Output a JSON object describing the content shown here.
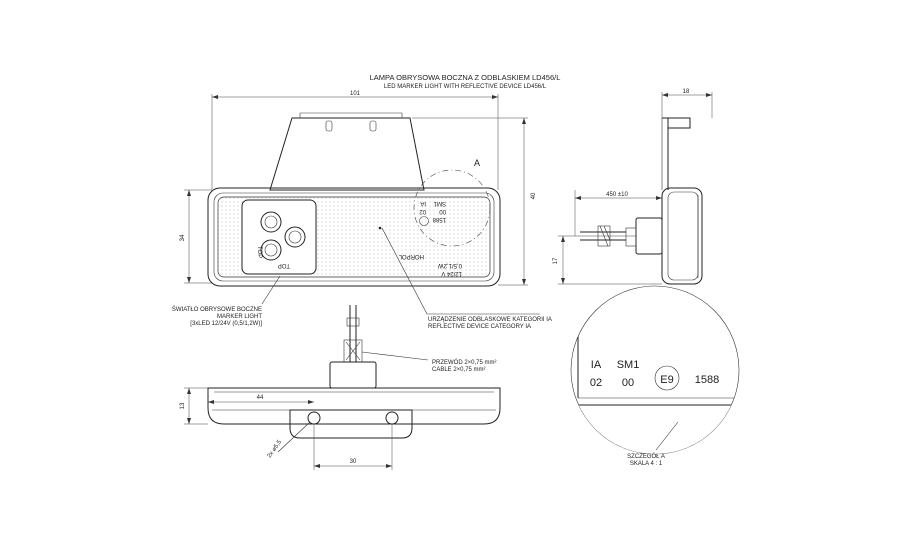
{
  "title": {
    "line1": "LAMPA OBRYSOWA BOCZNA Z ODBLASKIEM LD456/L",
    "line2": "LED MARKER LIGHT WITH REFLECTIVE DEVICE LD456/L"
  },
  "dimensions": {
    "width_overall": "101",
    "height_overall": "40",
    "height_lens": "34",
    "depth": "18",
    "cable_length": "450 ±10",
    "side_height": "17",
    "bottom_height": "13",
    "hole_offset": "44",
    "hole_size": "2x ⌀5,5",
    "hole_spacing": "30"
  },
  "lens_markings": {
    "row1": "1588",
    "row2a": "00",
    "row2b": "02",
    "row3a": "SM1",
    "row3b": "IA",
    "voltage": "12/24 V",
    "power": "0,5/1,2W",
    "brand": "HORPOL",
    "top_label": "TOP"
  },
  "callouts": {
    "marker_light": {
      "line1": "ŚWIATŁO OBRYSOWE BOCZNE",
      "line2": "MARKER LIGHT",
      "line3": "[3xLED 12/24V (0,5/1,2W)]"
    },
    "reflector": {
      "line1": "URZĄDZENIE ODBLASKOWE KATEGORII IA",
      "line2": "REFLECTIVE DEVICE CATEGORY IA"
    },
    "cable": {
      "line1": "PRZEWÓD 2×0,75 mm²",
      "line2": "CABLE 2×0,75 mm²"
    },
    "detail_marker": "A"
  },
  "detail": {
    "row1": [
      "IA",
      "SM1"
    ],
    "row2": [
      "02",
      "00"
    ],
    "approval": "E9",
    "approval_number": "1588",
    "caption_line1": "SZCZEGÓŁ A",
    "caption_line2": "SKALA 4 : 1"
  }
}
